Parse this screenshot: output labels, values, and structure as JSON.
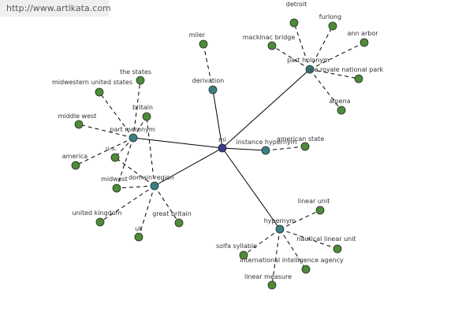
{
  "banner": {
    "text": "http://www.artikata.com"
  },
  "colors": {
    "hub": "#3b3b8f",
    "relation": "#3a7f86",
    "leaf": "#4f8a3a",
    "line": "#000000",
    "label": "#333333"
  },
  "nodes": [
    {
      "id": "mi",
      "label": "mi",
      "kind": "hub"
    },
    {
      "id": "derivation",
      "label": "derivation",
      "kind": "relation"
    },
    {
      "id": "part_meronym",
      "label": "part meronym",
      "kind": "relation"
    },
    {
      "id": "domain_region",
      "label": "domain region",
      "kind": "relation"
    },
    {
      "id": "instance_hypernym",
      "label": "instance hypernym",
      "kind": "relation"
    },
    {
      "id": "part_holonym",
      "label": "part holonym",
      "kind": "relation"
    },
    {
      "id": "hypernym",
      "label": "hypernym",
      "kind": "relation"
    },
    {
      "id": "miler",
      "label": "miler",
      "kind": "leaf"
    },
    {
      "id": "the_states",
      "label": "the states",
      "kind": "leaf"
    },
    {
      "id": "midwestern_united_states",
      "label": "midwestern united states",
      "kind": "leaf"
    },
    {
      "id": "britain",
      "label": "britain",
      "kind": "leaf"
    },
    {
      "id": "middle_west",
      "label": "middle west",
      "kind": "leaf"
    },
    {
      "id": "us",
      "label": "u.s.",
      "kind": "leaf"
    },
    {
      "id": "america",
      "label": "america",
      "kind": "leaf"
    },
    {
      "id": "midwest",
      "label": "midwest",
      "kind": "leaf"
    },
    {
      "id": "united_kingdom",
      "label": "united kingdom",
      "kind": "leaf"
    },
    {
      "id": "uk",
      "label": "uk",
      "kind": "leaf"
    },
    {
      "id": "great_britain",
      "label": "great britain",
      "kind": "leaf"
    },
    {
      "id": "american_state",
      "label": "american state",
      "kind": "leaf"
    },
    {
      "id": "detroit",
      "label": "detroit",
      "kind": "leaf"
    },
    {
      "id": "furlong",
      "label": "furlong",
      "kind": "leaf"
    },
    {
      "id": "ann_arbor",
      "label": "ann arbor",
      "kind": "leaf"
    },
    {
      "id": "mackinac_bridge",
      "label": "mackinac bridge",
      "kind": "leaf"
    },
    {
      "id": "isle_royale",
      "label": "isle royale national park",
      "kind": "leaf"
    },
    {
      "id": "alpena",
      "label": "alpena",
      "kind": "leaf"
    },
    {
      "id": "linear_unit",
      "label": "linear unit",
      "kind": "leaf"
    },
    {
      "id": "nautical_linear_unit",
      "label": "nautical linear unit",
      "kind": "leaf"
    },
    {
      "id": "solfa_syllable",
      "label": "solfa syllable",
      "kind": "leaf"
    },
    {
      "id": "international_intelligence_agency",
      "label": "international intelligence agency",
      "kind": "leaf"
    },
    {
      "id": "linear_measure",
      "label": "linear measure",
      "kind": "leaf"
    }
  ],
  "edges": [
    {
      "from": "mi",
      "to": "derivation",
      "style": "solid"
    },
    {
      "from": "mi",
      "to": "part_meronym",
      "style": "solid"
    },
    {
      "from": "mi",
      "to": "domain_region",
      "style": "solid"
    },
    {
      "from": "mi",
      "to": "instance_hypernym",
      "style": "solid"
    },
    {
      "from": "mi",
      "to": "part_holonym",
      "style": "solid"
    },
    {
      "from": "mi",
      "to": "hypernym",
      "style": "solid"
    },
    {
      "from": "derivation",
      "to": "miler",
      "style": "dashed"
    },
    {
      "from": "part_meronym",
      "to": "the_states",
      "style": "dashed"
    },
    {
      "from": "part_meronym",
      "to": "midwestern_united_states",
      "style": "dashed"
    },
    {
      "from": "part_meronym",
      "to": "britain",
      "style": "dashed"
    },
    {
      "from": "part_meronym",
      "to": "middle_west",
      "style": "dashed"
    },
    {
      "from": "part_meronym",
      "to": "us",
      "style": "dashed"
    },
    {
      "from": "part_meronym",
      "to": "america",
      "style": "dashed"
    },
    {
      "from": "part_meronym",
      "to": "midwest",
      "style": "dashed"
    },
    {
      "from": "domain_region",
      "to": "britain",
      "style": "dashed"
    },
    {
      "from": "domain_region",
      "to": "us",
      "style": "dashed"
    },
    {
      "from": "domain_region",
      "to": "midwest",
      "style": "dashed"
    },
    {
      "from": "domain_region",
      "to": "united_kingdom",
      "style": "dashed"
    },
    {
      "from": "domain_region",
      "to": "uk",
      "style": "dashed"
    },
    {
      "from": "domain_region",
      "to": "great_britain",
      "style": "dashed"
    },
    {
      "from": "instance_hypernym",
      "to": "american_state",
      "style": "dashed"
    },
    {
      "from": "part_holonym",
      "to": "detroit",
      "style": "dashed"
    },
    {
      "from": "part_holonym",
      "to": "furlong",
      "style": "dashed"
    },
    {
      "from": "part_holonym",
      "to": "ann_arbor",
      "style": "dashed"
    },
    {
      "from": "part_holonym",
      "to": "mackinac_bridge",
      "style": "dashed"
    },
    {
      "from": "part_holonym",
      "to": "isle_royale",
      "style": "dashed"
    },
    {
      "from": "part_holonym",
      "to": "alpena",
      "style": "dashed"
    },
    {
      "from": "hypernym",
      "to": "linear_unit",
      "style": "dashed"
    },
    {
      "from": "hypernym",
      "to": "nautical_linear_unit",
      "style": "dashed"
    },
    {
      "from": "hypernym",
      "to": "solfa_syllable",
      "style": "dashed"
    },
    {
      "from": "hypernym",
      "to": "international_intelligence_agency",
      "style": "dashed"
    },
    {
      "from": "hypernym",
      "to": "linear_measure",
      "style": "dashed"
    }
  ]
}
